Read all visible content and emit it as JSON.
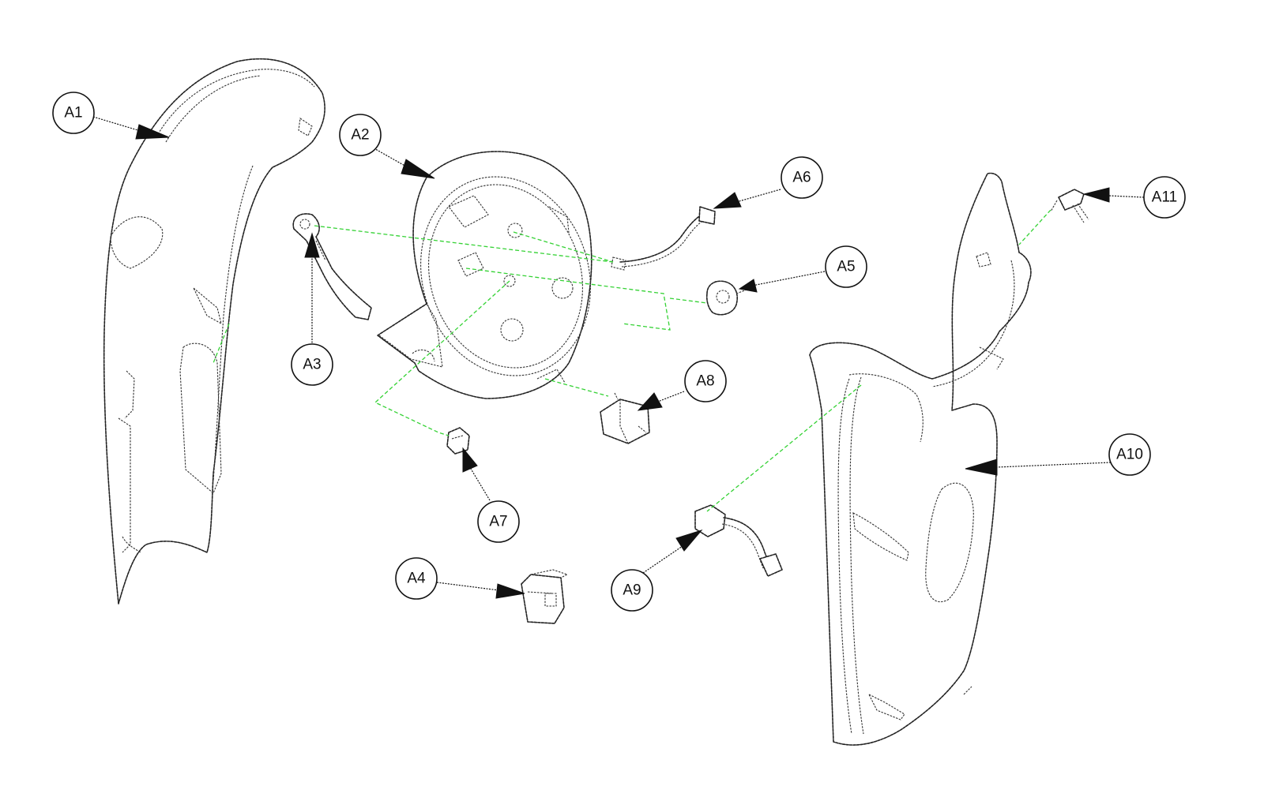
{
  "diagram": {
    "callouts": [
      {
        "id": "a1",
        "label": "A1"
      },
      {
        "id": "a2",
        "label": "A2"
      },
      {
        "id": "a3",
        "label": "A3"
      },
      {
        "id": "a4",
        "label": "A4"
      },
      {
        "id": "a5",
        "label": "A5"
      },
      {
        "id": "a6",
        "label": "A6"
      },
      {
        "id": "a7",
        "label": "A7"
      },
      {
        "id": "a8",
        "label": "A8"
      },
      {
        "id": "a9",
        "label": "A9"
      },
      {
        "id": "a10",
        "label": "A10"
      },
      {
        "id": "a11",
        "label": "A11"
      }
    ],
    "colors": {
      "line": "#222222",
      "guide": "#35d235",
      "background": "#ffffff"
    }
  }
}
